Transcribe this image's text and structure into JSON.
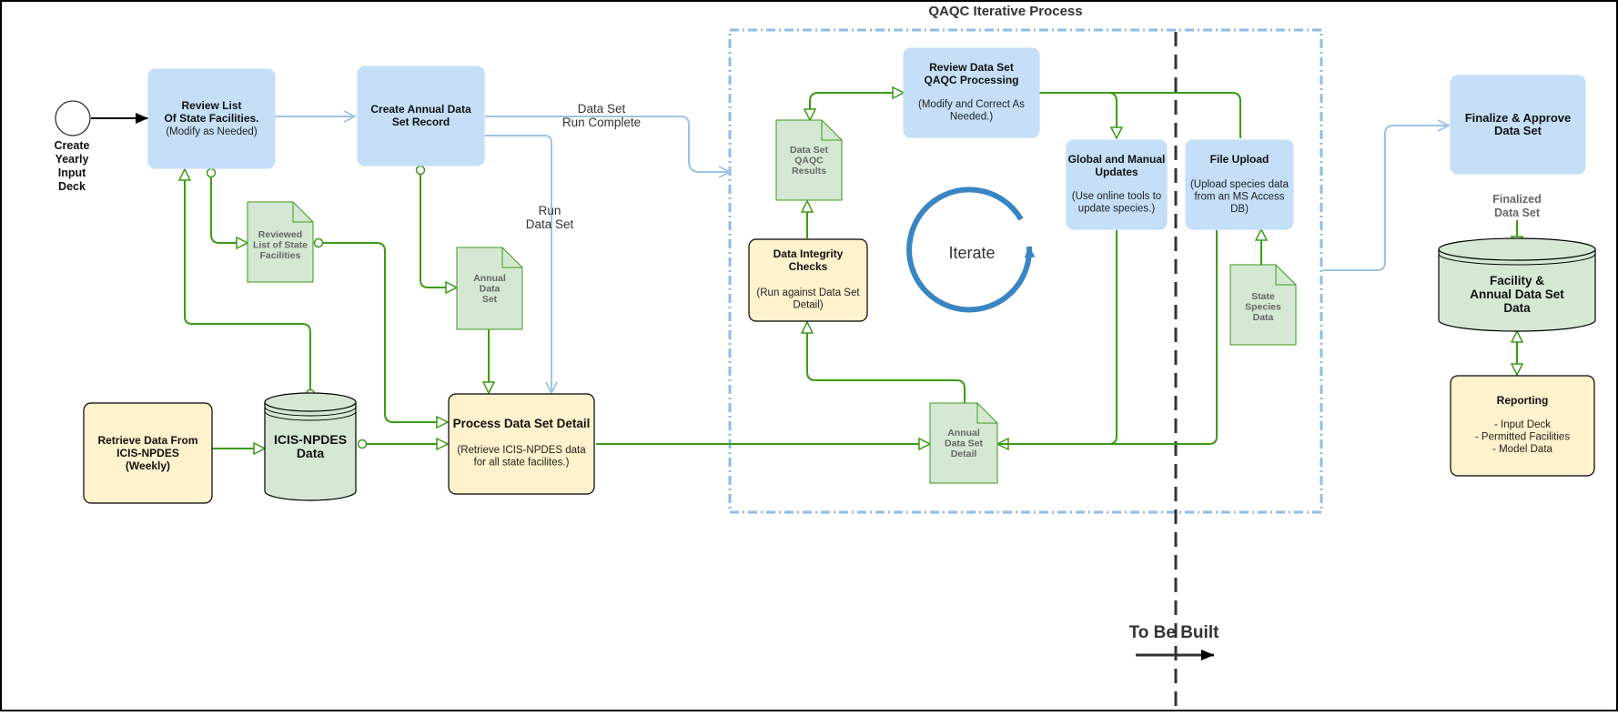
{
  "title": "QAQC Iterative Process",
  "start_event": [
    "Create",
    "Yearly",
    "Input",
    "Deck"
  ],
  "nodes": {
    "review_list": {
      "title": [
        "Review  List",
        "Of State Facilities."
      ],
      "body": [
        "(Modify as Needed)"
      ]
    },
    "create_annual": {
      "title": [
        "Create Annual Data",
        "Set Record"
      ],
      "body": []
    },
    "review_qaqc": {
      "title": [
        "Review Data Set",
        "QAQC Processing"
      ],
      "body": [
        "(Modify and Correct As",
        "Needed.)"
      ]
    },
    "global_manual": {
      "title": [
        "Global and Manual",
        "Updates"
      ],
      "body": [
        "(Use online tools to",
        "update species.)"
      ]
    },
    "file_upload": {
      "title": [
        "File Upload"
      ],
      "body": [
        "(Upload  species data",
        "from an MS Access",
        "DB)"
      ]
    },
    "finalize": {
      "title": [
        "Finalize & Approve",
        "Data Set"
      ],
      "body": []
    },
    "integrity": {
      "title": [
        "Data Integrity",
        "Checks"
      ],
      "body": [
        "(Run against Data Set",
        "Detail)"
      ]
    },
    "retrieve": {
      "title": [
        "Retrieve Data From",
        "ICIS-NPDES",
        "(Weekly)"
      ],
      "body": []
    },
    "process": {
      "title": [
        "Process Data Set Detail"
      ],
      "body": [
        "(Retrieve ICIS-NPDES data",
        "for all state facilites.)"
      ]
    },
    "reporting": {
      "title": [
        "Reporting"
      ],
      "body": [
        "- Input Deck",
        "- Permitted Facilities",
        "- Model Data"
      ]
    }
  },
  "documents": {
    "reviewed_list": [
      "Reviewed",
      "List of State",
      "Facilities"
    ],
    "annual_data_set": [
      "Annual",
      "Data",
      "Set"
    ],
    "qaqc_results": [
      "Data Set",
      "QAQC",
      "Results"
    ],
    "annual_detail": [
      "Annual",
      "Data Set",
      "Detail"
    ],
    "state_species": [
      "State",
      "Species",
      "Data"
    ]
  },
  "databases": {
    "icis": [
      "ICIS-NPDES",
      "Data"
    ],
    "facility": [
      "Facility &",
      "Annual Data Set",
      "Data"
    ]
  },
  "edge_labels": {
    "run_complete": [
      "Data Set",
      "Run Complete"
    ],
    "run_data_set": [
      "Run",
      "Data Set"
    ],
    "finalized": [
      "Finalized",
      "Data Set"
    ]
  },
  "iterate_label": "Iterate",
  "to_be_built": "To Be Built",
  "colors": {
    "blue_fill": "#c5dff8",
    "yellow_fill": "#fff2cc",
    "green_fill": "#d5e8d4",
    "green_line": "#3d9a18",
    "blue_line": "#9dc3e6",
    "iterate": "#3a85c4",
    "qaqc_border": "#8fbde6"
  }
}
